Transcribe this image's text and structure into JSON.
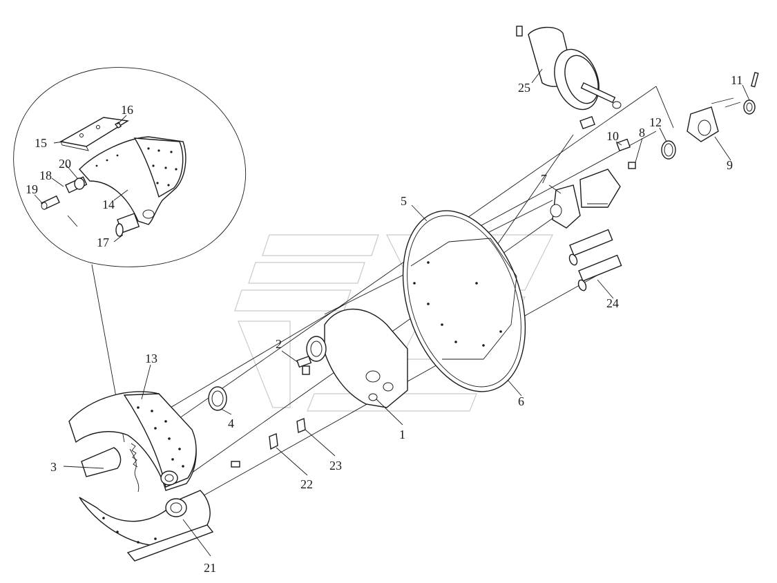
{
  "diagram": {
    "callouts": [
      {
        "id": "p1",
        "label": "1"
      },
      {
        "id": "p2",
        "label": "2"
      },
      {
        "id": "p3",
        "label": "3"
      },
      {
        "id": "p4",
        "label": "4"
      },
      {
        "id": "p5",
        "label": "5"
      },
      {
        "id": "p6",
        "label": "6"
      },
      {
        "id": "p7",
        "label": "7"
      },
      {
        "id": "p8",
        "label": "8"
      },
      {
        "id": "p9",
        "label": "9"
      },
      {
        "id": "p10",
        "label": "10"
      },
      {
        "id": "p11",
        "label": "11"
      },
      {
        "id": "p12",
        "label": "12"
      },
      {
        "id": "p13",
        "label": "13"
      },
      {
        "id": "p14",
        "label": "14"
      },
      {
        "id": "p15",
        "label": "15"
      },
      {
        "id": "p16",
        "label": "16"
      },
      {
        "id": "p17",
        "label": "17"
      },
      {
        "id": "p18",
        "label": "18"
      },
      {
        "id": "p19",
        "label": "19"
      },
      {
        "id": "p20",
        "label": "20"
      },
      {
        "id": "p21",
        "label": "21"
      },
      {
        "id": "p22",
        "label": "22"
      },
      {
        "id": "p23",
        "label": "23"
      },
      {
        "id": "p24",
        "label": "24"
      },
      {
        "id": "p25",
        "label": "25"
      }
    ]
  }
}
